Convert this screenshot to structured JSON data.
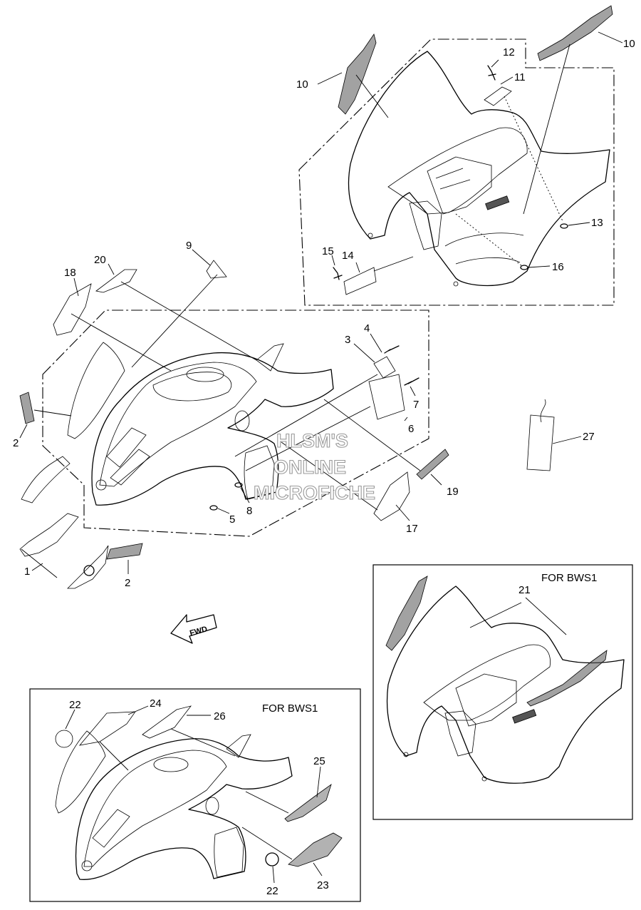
{
  "callouts": {
    "c1": "1",
    "c2a": "2",
    "c2b": "2",
    "c3": "3",
    "c4": "4",
    "c5": "5",
    "c6": "6",
    "c7": "7",
    "c8": "8",
    "c9": "9",
    "c10a": "10",
    "c10b": "10",
    "c11": "11",
    "c12": "12",
    "c13": "13",
    "c14": "14",
    "c15": "15",
    "c16": "16",
    "c17": "17",
    "c18": "18",
    "c19": "19",
    "c20": "20",
    "c21": "21",
    "c22a": "22",
    "c22b": "22",
    "c23": "23",
    "c24": "24",
    "c25": "25",
    "c26": "26",
    "c27": "27"
  },
  "variant_boxes": {
    "rear_caption": "FOR BWS1",
    "front_caption": "FOR BWS1"
  },
  "watermark": {
    "line1": "HLSM'S",
    "line2": "ONLINE",
    "line3": "MICROFICHE"
  },
  "direction_arrow": {
    "label": "FWD"
  }
}
